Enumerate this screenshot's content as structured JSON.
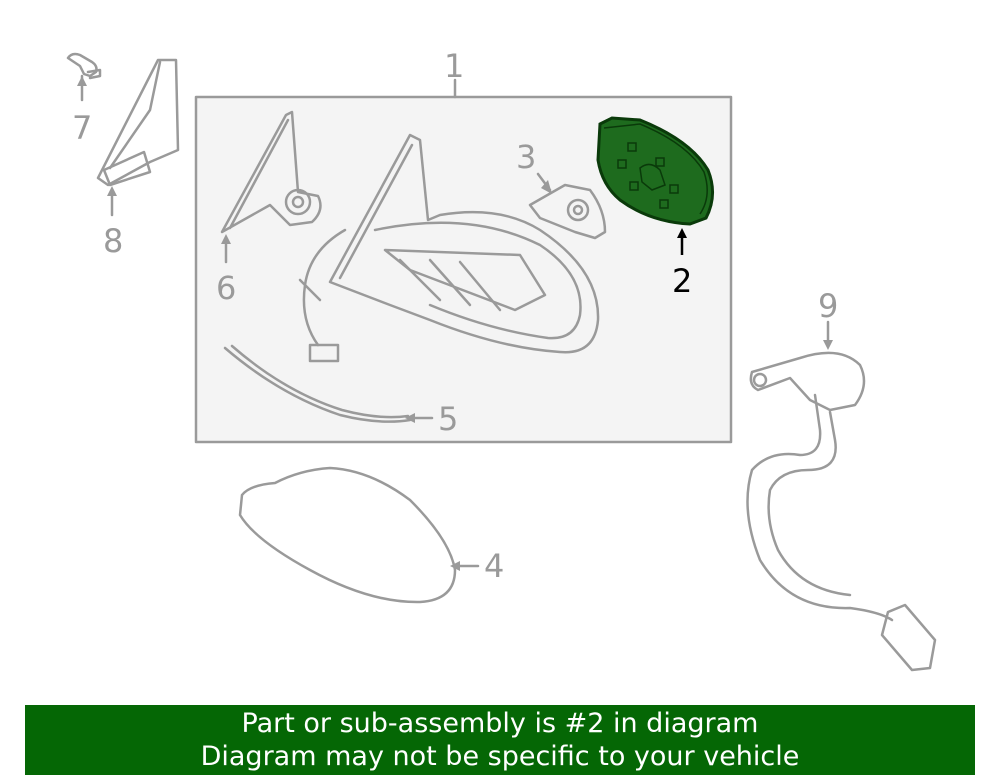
{
  "colors": {
    "line": "#9a9a9a",
    "highlight_fill": "#1e6b1e",
    "highlight_line": "#0a3a0a",
    "banner_bg": "#056705",
    "banner_text": "#ffffff",
    "panel_bg": "#f4f4f4"
  },
  "callouts": {
    "c1": "1",
    "c2": "2",
    "c3": "3",
    "c4": "4",
    "c5": "5",
    "c6": "6",
    "c7": "7",
    "c8": "8",
    "c9": "9"
  },
  "highlighted_part": "2",
  "banner": {
    "line1": "Part or sub-assembly is #2 in diagram",
    "line2": "Diagram may not be specific to your vehicle"
  }
}
